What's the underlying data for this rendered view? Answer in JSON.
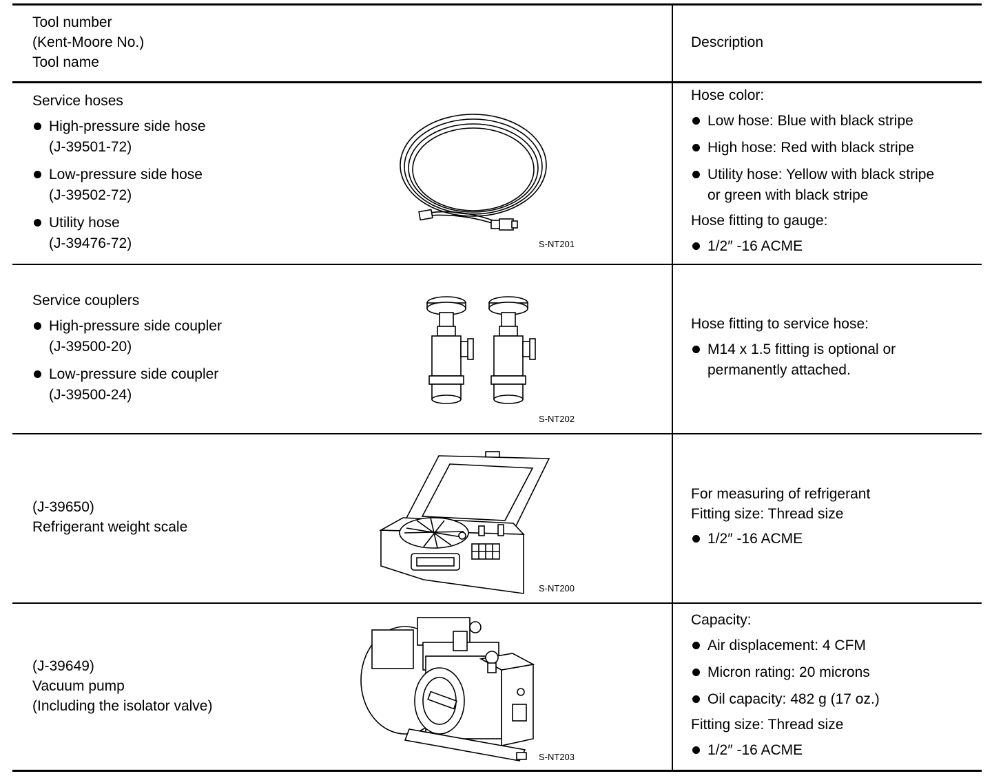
{
  "header": {
    "tool_lines": [
      "Tool number",
      "(Kent-Moore No.)",
      "Tool name"
    ],
    "description": "Description"
  },
  "rows": [
    {
      "name": "Service hoses",
      "items": [
        {
          "label": "High-pressure side hose",
          "number": "(J-39501-72)"
        },
        {
          "label": "Low-pressure side hose",
          "number": "(J-39502-72)"
        },
        {
          "label": "Utility hose",
          "number": "(J-39476-72)"
        }
      ],
      "figure_code": "S-NT201",
      "figure_icon": "service-hoses-illustration",
      "desc": {
        "heading1": "Hose color:",
        "bullets1": [
          "Low hose: Blue with black stripe",
          "High hose: Red with black stripe",
          "Utility hose: Yellow with black stripe",
          "or green with black stripe"
        ],
        "heading2": "Hose fitting to gauge:",
        "bullet2": "1/2″ -16 ACME"
      }
    },
    {
      "name": "Service couplers",
      "items": [
        {
          "label": "High-pressure side coupler",
          "number": "(J-39500-20)"
        },
        {
          "label": "Low-pressure side coupler",
          "number": "(J-39500-24)"
        }
      ],
      "figure_code": "S-NT202",
      "figure_icon": "service-couplers-illustration",
      "desc": {
        "heading1": "Hose fitting to service hose:",
        "bullet1": "M14 x 1.5 fitting is optional or",
        "bullet1_cont": "permanently attached."
      }
    },
    {
      "number": "(J-39650)",
      "name": "Refrigerant weight scale",
      "figure_code": "S-NT200",
      "figure_icon": "refrigerant-scale-illustration",
      "desc": {
        "line1": "For measuring of refrigerant",
        "line2": "Fitting size: Thread size",
        "bullet": "1/2″ -16 ACME"
      }
    },
    {
      "number": "(J-39649)",
      "name": "Vacuum pump",
      "note": "(Including the isolator valve)",
      "figure_code": "S-NT203",
      "figure_icon": "vacuum-pump-illustration",
      "desc": {
        "heading1": "Capacity:",
        "bullets1": [
          "Air displacement: 4 CFM",
          "Micron rating: 20 microns",
          "Oil capacity: 482 g (17 oz.)"
        ],
        "heading2": "Fitting size: Thread size",
        "bullet2": "1/2″ -16 ACME"
      }
    }
  ]
}
